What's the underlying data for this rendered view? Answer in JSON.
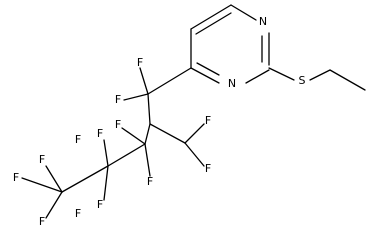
{
  "molecule": {
    "atoms": {
      "n_ring_top": "N",
      "n_ring_bottom": "N",
      "s_thioether": "S",
      "f_c1_a": "F",
      "f_c1_b": "F",
      "f_c2_a": "F",
      "f_c2_b": "F",
      "f_c3_a": "F",
      "f_c3_b": "F",
      "f_c4_a": "F",
      "f_c4_b": "F",
      "f_c5_a": "F",
      "f_c5_b": "F",
      "f_c6_a": "F",
      "f_c6_b": "F",
      "f_c6_c": "F"
    }
  }
}
